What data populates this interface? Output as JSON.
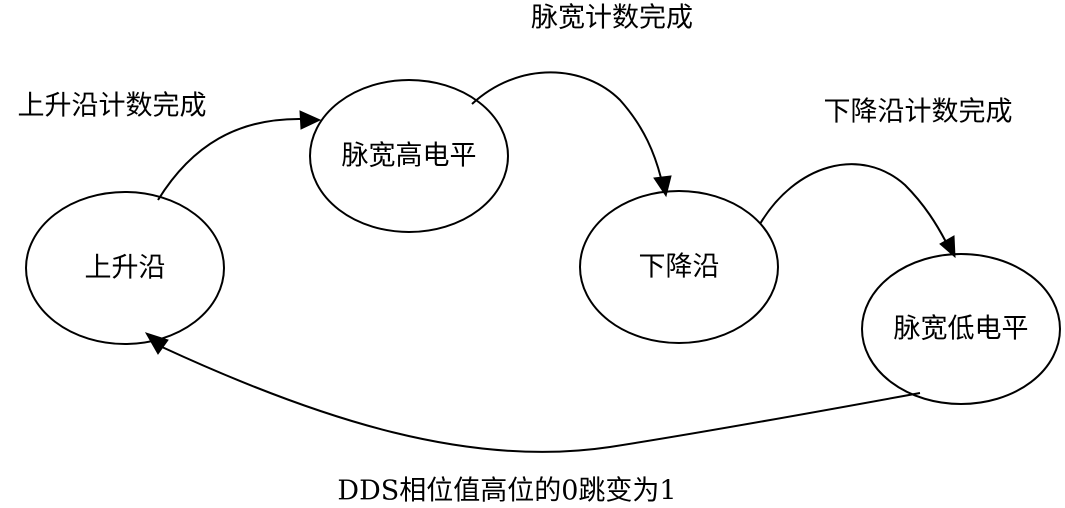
{
  "states": {
    "rising_edge": "上升沿",
    "pulse_high": "脉宽高电平",
    "falling_edge": "下降沿",
    "pulse_low": "脉宽低电平"
  },
  "transitions": {
    "rising_done": "上升沿计数完成",
    "width_done": "脉宽计数完成",
    "falling_done": "下降沿计数完成",
    "dds_phase_flip": "DDS相位值高位的0跳变为1"
  }
}
